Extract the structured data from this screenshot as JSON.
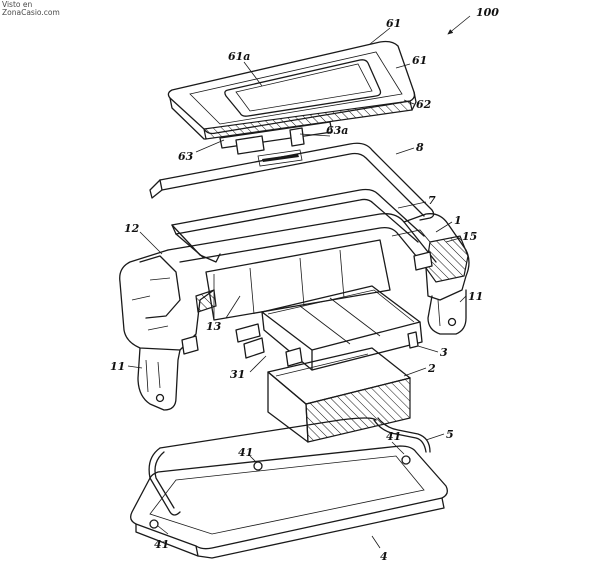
{
  "watermark": {
    "line1": "Visto en",
    "line2": "ZonaCasio.com"
  },
  "labels": {
    "assembly": "100",
    "cover_top": "61",
    "window": "61a",
    "cover_right": "61",
    "cover_edge": "62",
    "cover_bottom": "63",
    "cover_tab": "63a",
    "gasket_upper": "8",
    "gasket_lower": "7",
    "case": "1",
    "case_lug": "15",
    "case_corner": "12",
    "case_body": "13",
    "strap_right": "11",
    "strap_left": "11",
    "module_frame": "3",
    "frame_terminal": "31",
    "battery": "2",
    "cable": "5",
    "back_hole_right": "41",
    "back_hole_top": "41",
    "back_hole_left": "41",
    "back_cover": "4"
  },
  "colors": {
    "ink": "#1a1a1a",
    "paper": "#ffffff"
  }
}
